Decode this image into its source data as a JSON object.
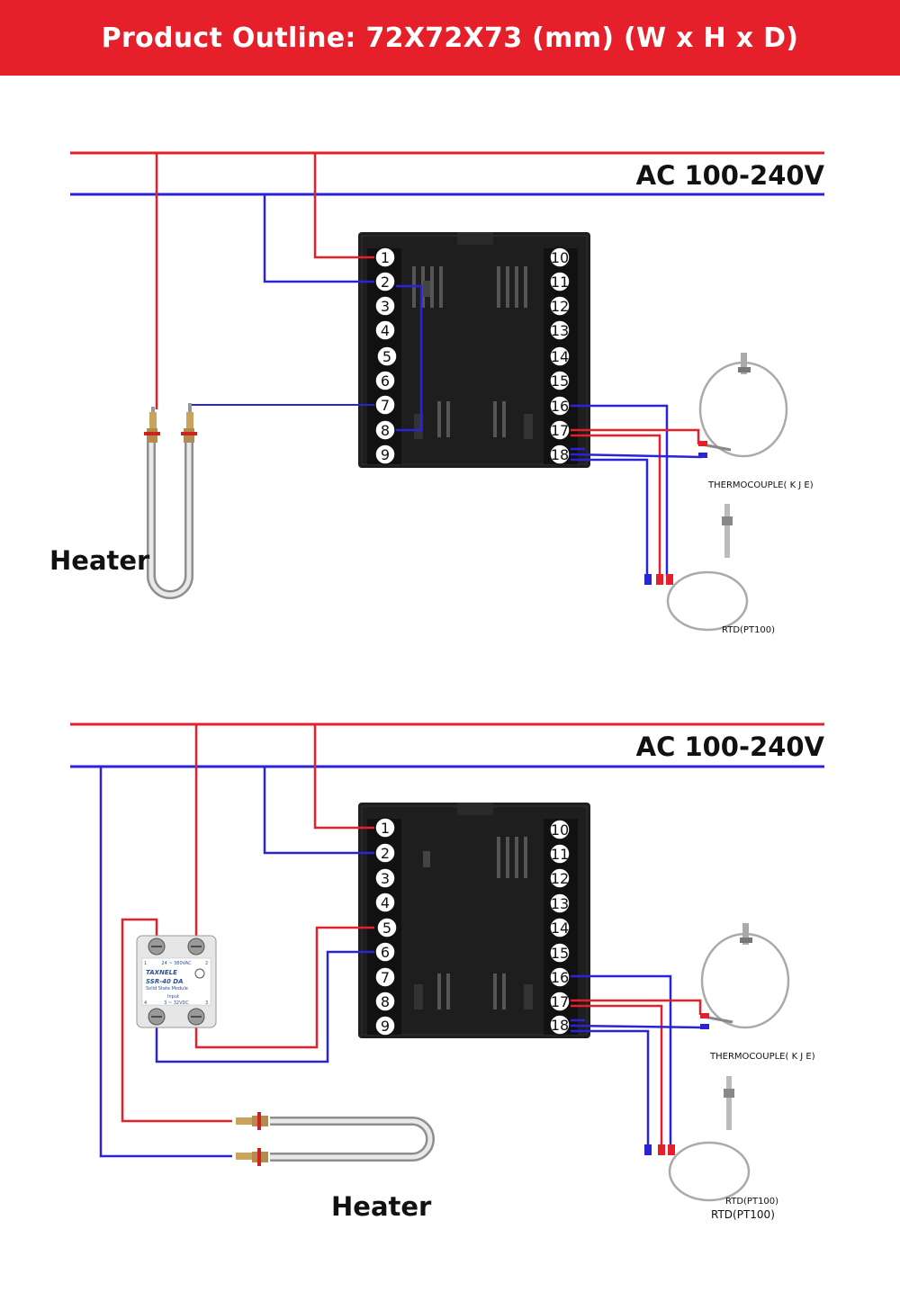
{
  "header": {
    "title": "Product Outline: 72X72X73 (mm) (W x H x D)",
    "color": "#e5202a"
  },
  "colors": {
    "live": "#e5202a",
    "neutral": "#2b24d6",
    "controller_body": "#1e1e1e"
  },
  "terminals": {
    "left": [
      "1",
      "2",
      "3",
      "4",
      "5",
      "6",
      "7",
      "8",
      "9"
    ],
    "right": [
      "10",
      "11",
      "12",
      "13",
      "14",
      "15",
      "16",
      "17",
      "18"
    ]
  },
  "diagram1": {
    "supply_label": "AC 100-240V",
    "heater_label": "Heater",
    "thermocouple_label": "THERMOCOUPLE( K J E)",
    "rtd_label": "RTD(PT100)"
  },
  "diagram2": {
    "supply_label": "AC 100-240V",
    "heater_label": "Heater",
    "thermocouple_label": "THERMOCOUPLE( K J E)",
    "rtd_label_1": "RTD(PT100)",
    "rtd_label_2": "RTD(PT100)",
    "ssr": {
      "brand": "TAXNELE",
      "model": "SSR-40 DA",
      "subtitle": "Solid State Module",
      "load_rating": "24 ~ 380VAC",
      "input_rating": "3 ~ 32VDC",
      "input_label": "Input",
      "terminal_1": "1",
      "terminal_2": "2",
      "terminal_3": "3",
      "terminal_4": "4"
    }
  }
}
